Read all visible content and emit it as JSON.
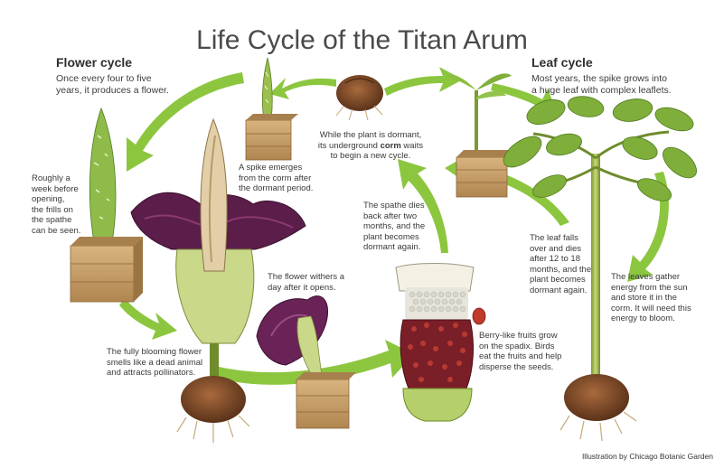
{
  "title": "Life Cycle of the Titan Arum",
  "flower_cycle": {
    "heading": "Flower cycle",
    "intro_1": "Once every four to five",
    "intro_2": "years, it produces a flower."
  },
  "leaf_cycle": {
    "heading": "Leaf cycle",
    "intro_1": "Most years, the spike grows into",
    "intro_2": "a huge leaf with complex leaflets."
  },
  "captions": {
    "dormant": {
      "l1": "While the plant is dormant,",
      "l2a": "its underground ",
      "l2b": "corm",
      "l2c": " waits",
      "l3": "to begin a new cycle."
    },
    "spike": [
      "A spike emerges",
      "from the corm after",
      "the dormant period."
    ],
    "week_before": [
      "Roughly a",
      "week before",
      "opening,",
      "the frills on",
      "the spathe",
      "can be seen."
    ],
    "withers": [
      "The flower withers a",
      "day after it opens."
    ],
    "spathe_dies": [
      "The spathe dies",
      "back after two",
      "months, and the",
      "plant becomes",
      "dormant again."
    ],
    "leaf_falls": [
      "The leaf falls",
      "over and dies",
      "after 12 to 18",
      "months, and the",
      "plant becomes",
      "dormant again."
    ],
    "energy": [
      "The leaves gather",
      "energy from the sun",
      "and store it in the",
      "corm. It will need this",
      "energy to bloom."
    ],
    "blooming": [
      "The fully blooming flower",
      "smells like a dead animal",
      "and attracts pollinators."
    ],
    "fruits": [
      "Berry-like fruits grow",
      "on the spadix. Birds",
      "eat the fruits and help",
      "disperse the seeds."
    ]
  },
  "credit": "Illustration by Chicago Botanic Garden",
  "colors": {
    "arrow": "#8cc63f",
    "arrow_dark": "#6da52e",
    "corm": "#7a4a2b",
    "spathe_purple": "#5b1d4a",
    "wood": "#c8a06a",
    "leaf": "#7fae3a"
  }
}
